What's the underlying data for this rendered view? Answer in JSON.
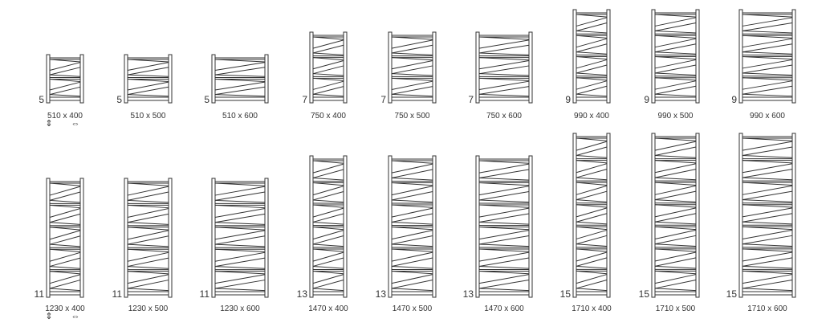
{
  "rows": [
    {
      "items": [
        {
          "bars": "5",
          "label": "510 x 400",
          "height": 510,
          "width": 400
        },
        {
          "bars": "5",
          "label": "510 x 500",
          "height": 510,
          "width": 500
        },
        {
          "bars": "5",
          "label": "510 x 600",
          "height": 510,
          "width": 600
        },
        {
          "bars": "7",
          "label": "750 x 400",
          "height": 750,
          "width": 400
        },
        {
          "bars": "7",
          "label": "750 x 500",
          "height": 750,
          "width": 500
        },
        {
          "bars": "7",
          "label": "750 x 600",
          "height": 750,
          "width": 600
        },
        {
          "bars": "9",
          "label": "990 x 400",
          "height": 990,
          "width": 400
        },
        {
          "bars": "9",
          "label": "990 x 500",
          "height": 990,
          "width": 500
        },
        {
          "bars": "9",
          "label": "990 x 600",
          "height": 990,
          "width": 600
        }
      ]
    },
    {
      "items": [
        {
          "bars": "11",
          "label": "1230 x 400",
          "height": 1230,
          "width": 400
        },
        {
          "bars": "11",
          "label": "1230 x 500",
          "height": 1230,
          "width": 500
        },
        {
          "bars": "11",
          "label": "1230 x 600",
          "height": 1230,
          "width": 600
        },
        {
          "bars": "13",
          "label": "1470 x 400",
          "height": 1470,
          "width": 400
        },
        {
          "bars": "13",
          "label": "1470 x 500",
          "height": 1470,
          "width": 500
        },
        {
          "bars": "13",
          "label": "1470 x 600",
          "height": 1470,
          "width": 600
        },
        {
          "bars": "15",
          "label": "1710 x 400",
          "height": 1710,
          "width": 400
        },
        {
          "bars": "15",
          "label": "1710 x 500",
          "height": 1710,
          "width": 500
        },
        {
          "bars": "15",
          "label": "1710 x 600",
          "height": 1710,
          "width": 600
        }
      ]
    }
  ],
  "icons": {
    "height": "vertical-arrow-icon",
    "width": "horizontal-arrow-icon"
  },
  "colors": {
    "line": "#333333"
  }
}
